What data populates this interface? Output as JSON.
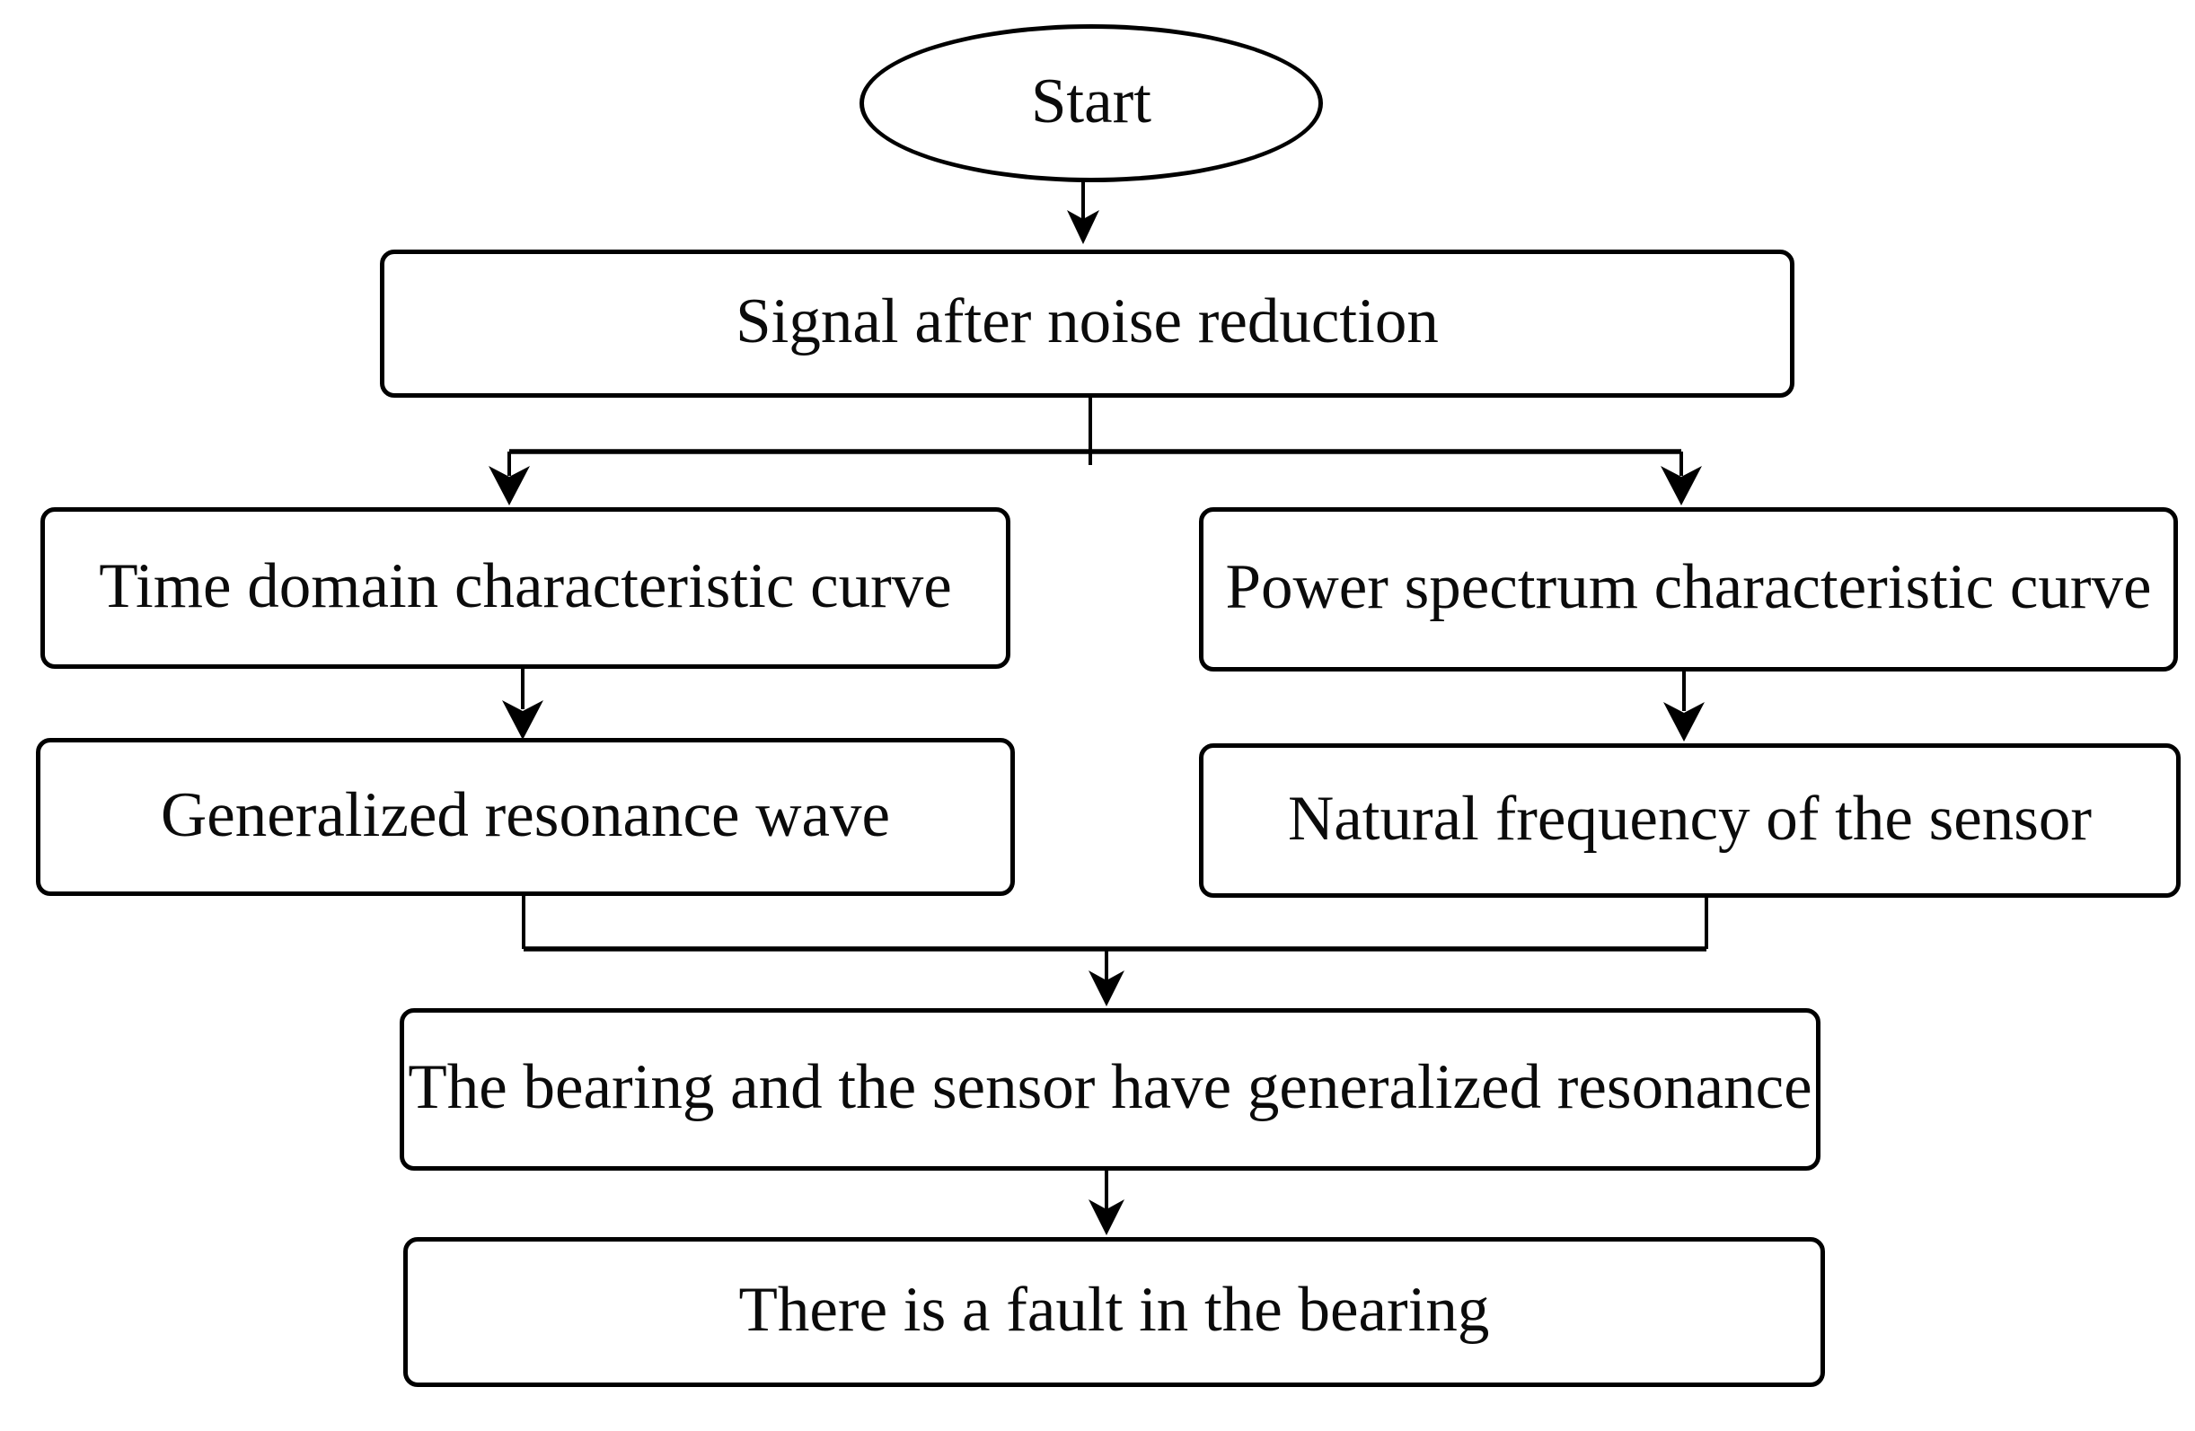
{
  "diagram": {
    "type": "flowchart",
    "colors": {
      "background": "#ffffff",
      "stroke": "#000000",
      "text": "#0b0b0b"
    },
    "nodes": {
      "start": {
        "label": "Start",
        "shape": "terminator"
      },
      "signal": {
        "label": "Signal after noise reduction",
        "shape": "process"
      },
      "time": {
        "label": "Time domain characteristic curve",
        "shape": "process"
      },
      "power": {
        "label": "Power spectrum characteristic curve",
        "shape": "process"
      },
      "genwave": {
        "label": "Generalized resonance wave",
        "shape": "process"
      },
      "natfreq": {
        "label": "Natural frequency of the sensor",
        "shape": "process"
      },
      "merge": {
        "label": "The bearing and the sensor have generalized resonance",
        "shape": "process"
      },
      "fault": {
        "label": "There is a fault in the bearing",
        "shape": "process"
      }
    },
    "edges": [
      {
        "from": "start",
        "to": "signal"
      },
      {
        "from": "signal",
        "to": "time"
      },
      {
        "from": "signal",
        "to": "power"
      },
      {
        "from": "time",
        "to": "genwave"
      },
      {
        "from": "power",
        "to": "natfreq"
      },
      {
        "from": "genwave",
        "to": "merge"
      },
      {
        "from": "natfreq",
        "to": "merge"
      },
      {
        "from": "merge",
        "to": "fault"
      }
    ]
  }
}
